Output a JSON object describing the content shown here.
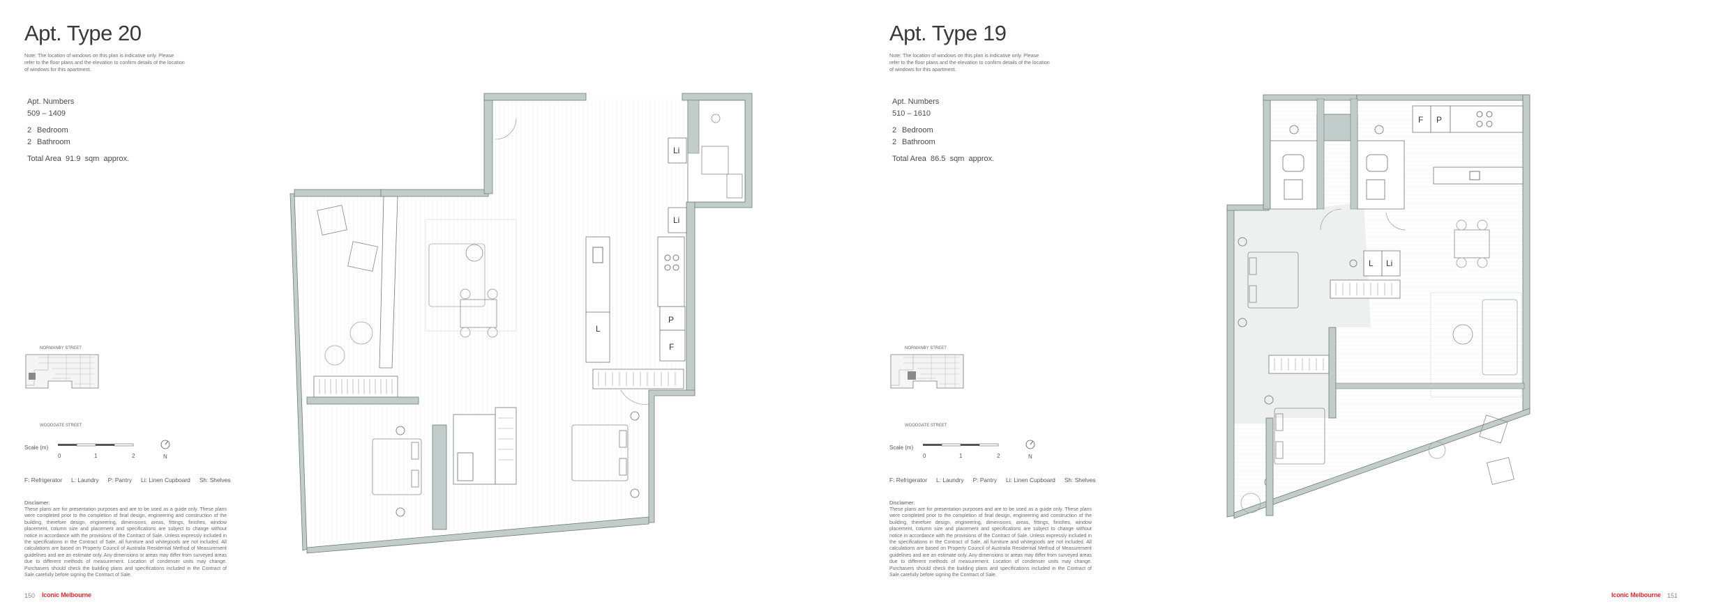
{
  "pages": [
    {
      "title": "Apt. Type 20",
      "note": "Note: The location of windows on this plan is indicative only. Please refer to the floor plans and the elevation to confirm details of the location of windows for this apartment.",
      "apt_numbers_label": "Apt. Numbers",
      "apt_numbers": "509 – 1409",
      "bedroom_count": "2",
      "bedroom_label": "Bedroom",
      "bathroom_count": "2",
      "bathroom_label": "Bathroom",
      "total_area_label": "Total Area",
      "total_area_value": "91.9",
      "total_area_unit": "sqm",
      "total_area_suffix": "approx.",
      "page_number": "150",
      "room_labels": [
        "Li",
        "Li",
        "L",
        "P",
        "F"
      ]
    },
    {
      "title": "Apt. Type 19",
      "note": "Note: The location of windows on this plan is indicative only. Please refer to the floor plans and the elevation to confirm details of the location of windows for this apartment.",
      "apt_numbers_label": "Apt. Numbers",
      "apt_numbers": "510 – 1610",
      "bedroom_count": "2",
      "bedroom_label": "Bedroom",
      "bathroom_count": "2",
      "bathroom_label": "Bathroom",
      "total_area_label": "Total Area",
      "total_area_value": "86.5",
      "total_area_unit": "sqm",
      "total_area_suffix": "approx.",
      "page_number": "151",
      "room_labels": [
        "F",
        "P",
        "L",
        "Li"
      ]
    }
  ],
  "keyplan": {
    "street_top": "NORMANBY STREET",
    "street_bottom": "WOODGATE STREET"
  },
  "scale": {
    "label": "Scale (m)",
    "ticks": [
      "0",
      "1",
      "2"
    ],
    "north": "N"
  },
  "legend": [
    "F: Refrigerator",
    "L: Laundry",
    "P: Pantry",
    "Li: Linen Cupboard",
    "Sh: Shelves"
  ],
  "disclaimer_title": "Disclaimer:",
  "disclaimer": "These plans are for presentation purposes and are to be used as a guide only. These plans were completed prior to the completion of final design, engineering and construction of the building, therefore design, engineering, dimensions, areas, fittings, finishes, window placement, column size and placement and specifications are subject to change without notice in accordance with the provisions of the Contract of Sale. Unless expressly included in the specifications in the Contract of Sale, all furniture and whitegoods are not included. All calculations are based on Property Council of Australia Residential Method of Measurement guidelines and are an estimate only. Any dimensions or areas may differ from surveyed areas due to different methods of measurement. Location of condenser units may change. Purchasers should check the building plans and specifications included in the Contract of Sale carefully before signing the Contract of Sale.",
  "brand": "Iconic Melbourne",
  "colors": {
    "wall": "#c2ccca",
    "wall_edge": "#6f7b79",
    "brand_red": "#d22d32",
    "floor_line": "#eceeee"
  }
}
